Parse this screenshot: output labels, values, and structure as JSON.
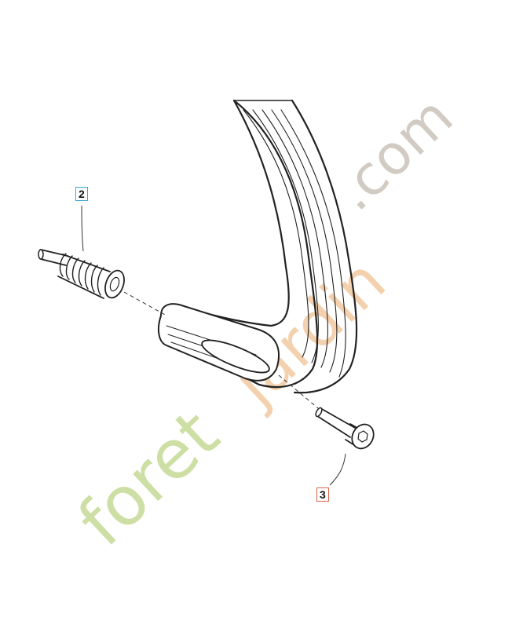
{
  "callouts": [
    {
      "label": "2",
      "part": "spring",
      "border_color": "#3aa6d8"
    },
    {
      "label": "3",
      "part": "screw",
      "border_color": "#e0604a"
    }
  ],
  "watermark": {
    "text": "foretjardin.com",
    "colors": {
      "foret": "#c8dc9a",
      "jardin": "#f2c9a0",
      "dotcom": "#c9c2b8"
    }
  },
  "icons": [
    "handle-bar-icon",
    "spring-icon",
    "screw-icon"
  ]
}
